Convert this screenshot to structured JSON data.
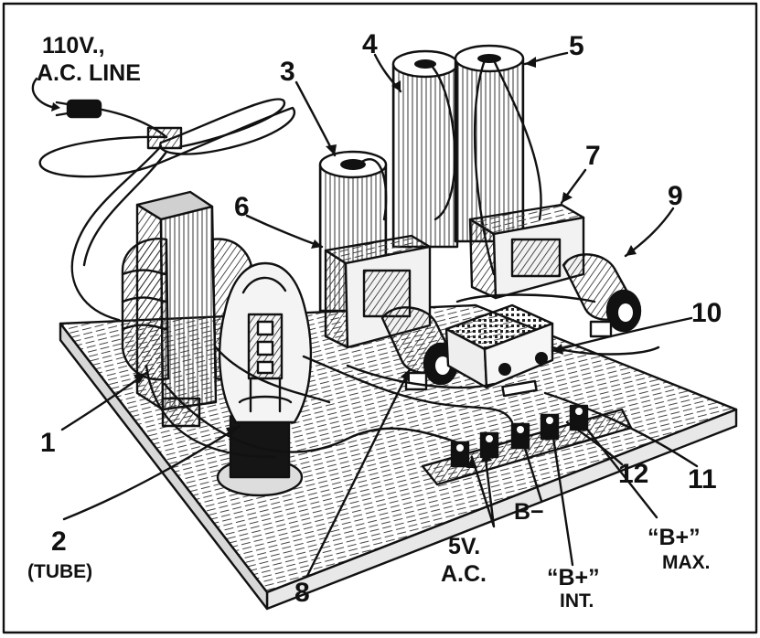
{
  "labels": {
    "line": [
      "110V.,",
      "A.C. LINE"
    ],
    "n1": "1",
    "n2": "2",
    "tube": "(TUBE)",
    "n3": "3",
    "n4": "4",
    "n5": "5",
    "n6": "6",
    "n7": "7",
    "n8": "8",
    "n9": "9",
    "n10": "10",
    "n11": "11",
    "n12": "12",
    "ac5v": [
      "5V.",
      "A.C."
    ],
    "bminus": "B−",
    "bint": [
      "“B+”",
      "INT."
    ],
    "bmax": [
      "“B+”",
      "MAX."
    ]
  }
}
